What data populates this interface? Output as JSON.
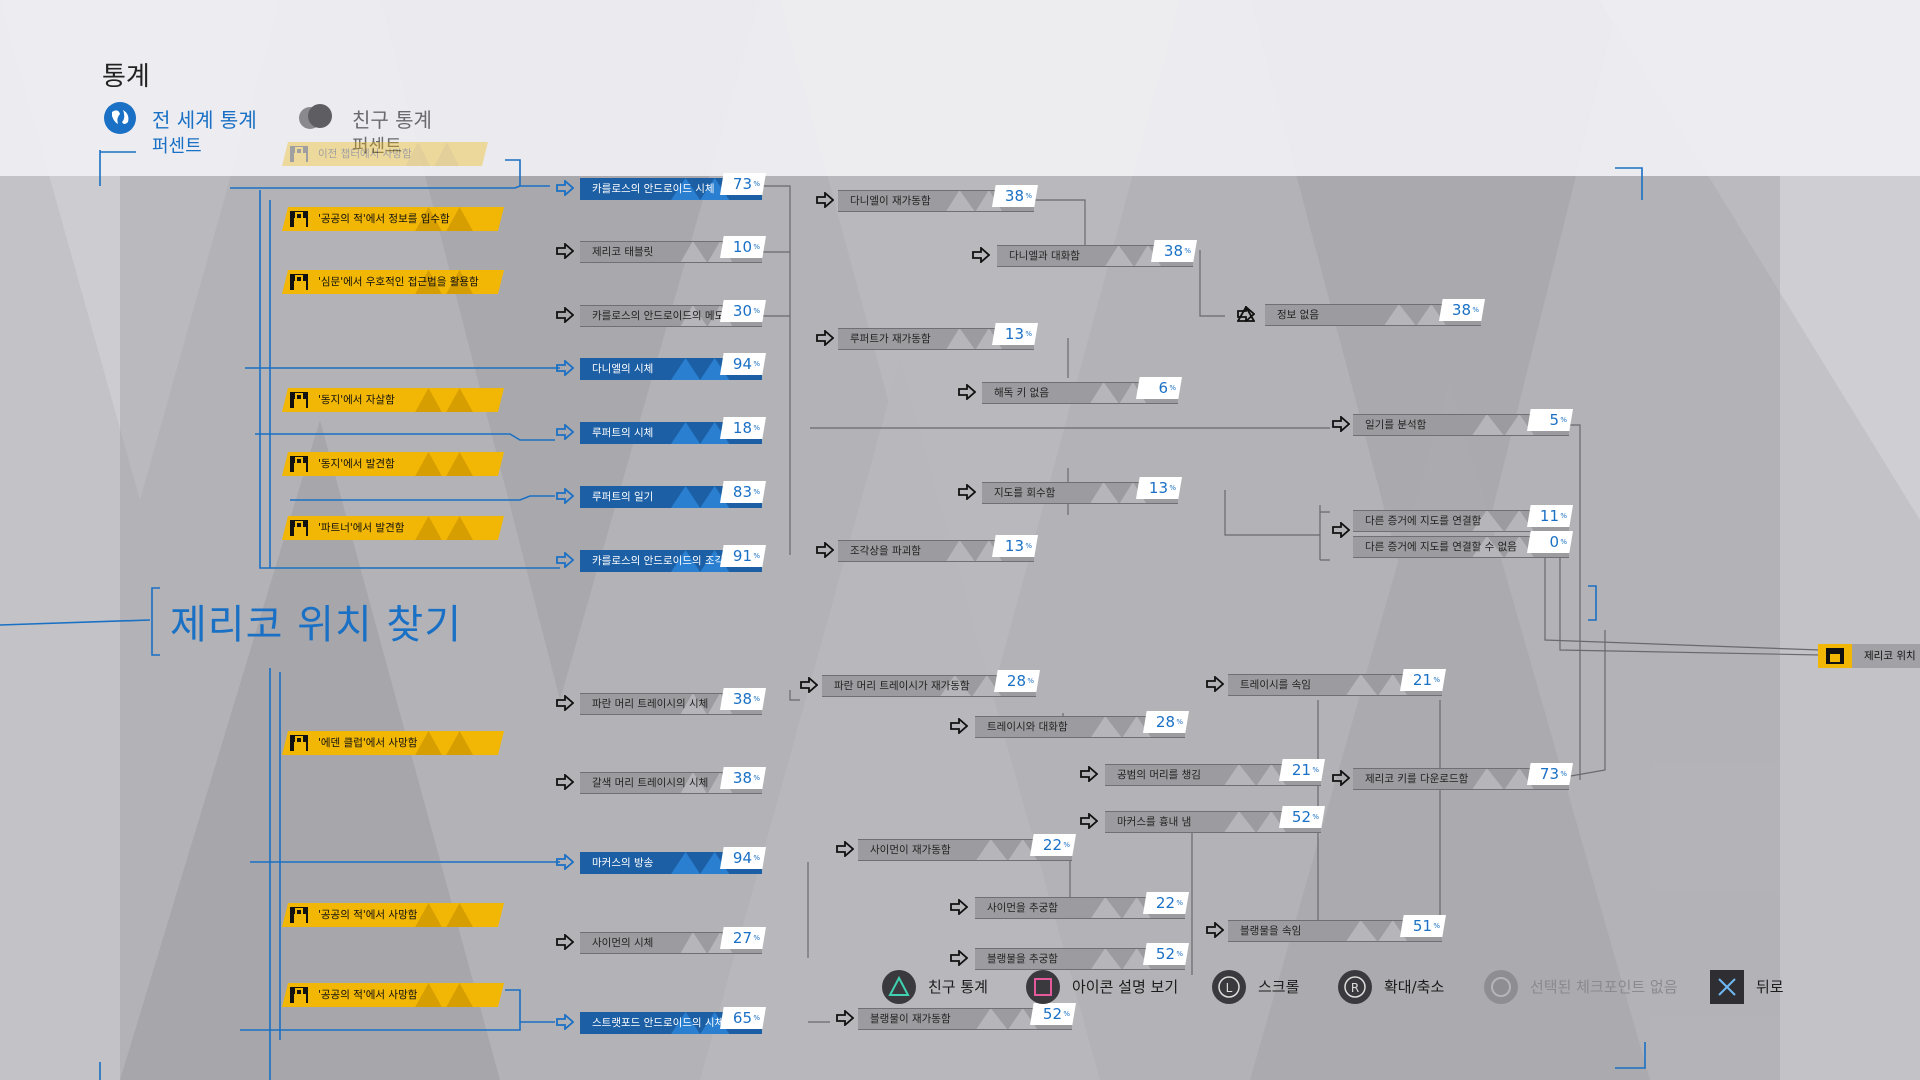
{
  "header": {
    "title": "통계",
    "tab_world": "전 세계 통계",
    "tab_world_sub": "퍼센트",
    "tab_friends": "친구 통계",
    "tab_friends_sub": "퍼센트"
  },
  "chapter_title": "제리코 위치 찾기",
  "end_node": "제리코 위치",
  "locked_conditions": {
    "c0": "이전 챕터에서 사망함",
    "c1": "'공공의 적'에서 정보를 입수함",
    "c2": "'심문'에서 우호적인 접근법을 활용함",
    "c3": "'동지'에서 자살함",
    "c4": "'동지'에서 발견함",
    "c5": "'파트너'에서 발견함",
    "c6": "'에덴 클럽'에서 사망함",
    "c7": "'공공의 적'에서 사망함",
    "c8": "'공공의 적'에서 사망함"
  },
  "nodes": {
    "n1": {
      "label": "카를로스의 안드로이드 시체",
      "pct": "73"
    },
    "n2": {
      "label": "제리코 태블릿",
      "pct": "10"
    },
    "n3": {
      "label": "카를로스의 안드로이드의 메모리",
      "pct": "30"
    },
    "n4": {
      "label": "다니엘의 시체",
      "pct": "94"
    },
    "n5": {
      "label": "루퍼트의 시체",
      "pct": "18"
    },
    "n6": {
      "label": "루퍼트의 일기",
      "pct": "83"
    },
    "n7": {
      "label": "카를로스의 안드로이드의 조각상",
      "pct": "91"
    },
    "n8": {
      "label": "다니엘이 재가동함",
      "pct": "38"
    },
    "n9": {
      "label": "다니엘과 대화함",
      "pct": "38"
    },
    "n10": {
      "label": "정보 없음",
      "pct": "38"
    },
    "n11": {
      "label": "루퍼트가 재가동함",
      "pct": "13"
    },
    "n12": {
      "label": "해독 키 없음",
      "pct": "6"
    },
    "n13": {
      "label": "일기를 분석함",
      "pct": "5"
    },
    "n14": {
      "label": "지도를 회수함",
      "pct": "13"
    },
    "n15": {
      "label": "다른 증거에 지도를 연결함",
      "pct": "11"
    },
    "n16": {
      "label": "다른 증거에 지도를 연결할 수 없음",
      "pct": "0"
    },
    "n17": {
      "label": "조각상을 파괴함",
      "pct": "13"
    },
    "n18": {
      "label": "파란 머리 트레이시의 시체",
      "pct": "38"
    },
    "n19": {
      "label": "파란 머리 트레이시가 재가동함",
      "pct": "28"
    },
    "n20": {
      "label": "트레이시와 대화함",
      "pct": "28"
    },
    "n21": {
      "label": "트레이시를 속임",
      "pct": "21"
    },
    "n22": {
      "label": "갈색 머리 트레이시의 시체",
      "pct": "38"
    },
    "n23": {
      "label": "공범의 머리를 챙김",
      "pct": "21"
    },
    "n24": {
      "label": "제리코 키를 다운로드함",
      "pct": "73"
    },
    "n25": {
      "label": "마커스를 흉내 냄",
      "pct": "52"
    },
    "n26": {
      "label": "마커스의 방송",
      "pct": "94"
    },
    "n27": {
      "label": "사이먼이 재가동함",
      "pct": "22"
    },
    "n28": {
      "label": "사이먼을 추궁함",
      "pct": "22"
    },
    "n29": {
      "label": "블랭물을 속임",
      "pct": "51"
    },
    "n30": {
      "label": "사이먼의 시체",
      "pct": "27"
    },
    "n31": {
      "label": "블랭물을 추궁함",
      "pct": "52"
    },
    "n32": {
      "label": "스트랫포드 안드로이드의 시체",
      "pct": "65"
    },
    "n33": {
      "label": "블랭물이 재가동함",
      "pct": "52"
    }
  },
  "pct_unit": "%",
  "legend": {
    "friends": "친구 통계",
    "icon_help": "아이콘 설명 보기",
    "scroll": "스크롤",
    "zoom": "확대/축소",
    "no_checkpoint": "선택된 체크포인트 없음",
    "back": "뒤로"
  },
  "colors": {
    "accent": "#1a70c4",
    "lock_yellow": "#f2b705"
  }
}
